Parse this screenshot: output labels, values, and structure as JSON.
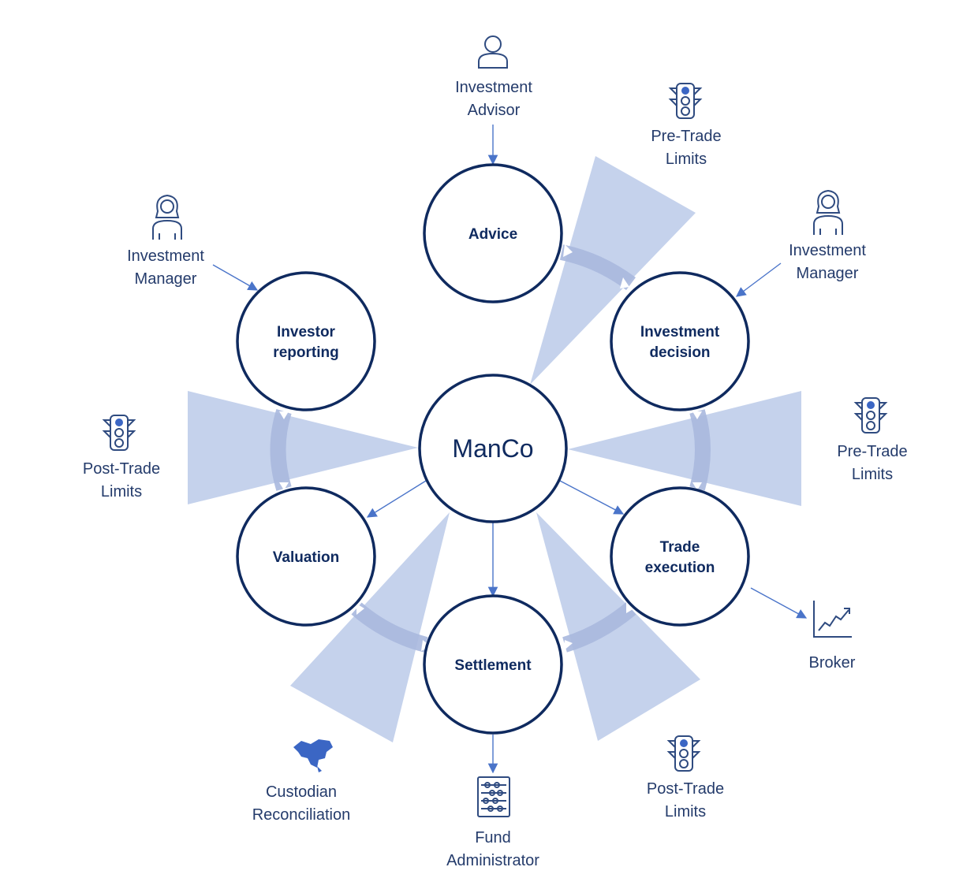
{
  "hub": {
    "label": "ManCo"
  },
  "processes": {
    "advice": [
      "Advice"
    ],
    "investment_decision": [
      "Investment",
      "decision"
    ],
    "trade_execution": [
      "Trade",
      "execution"
    ],
    "settlement": [
      "Settlement"
    ],
    "valuation": [
      "Valuation"
    ],
    "investor_reporting": [
      "Investor",
      "reporting"
    ]
  },
  "actors": {
    "investment_advisor": [
      "Investment",
      "Advisor"
    ],
    "pretrade_top": [
      "Pre-Trade",
      "Limits"
    ],
    "investment_manager_right": [
      "Investment",
      "Manager"
    ],
    "pretrade_right": [
      "Pre-Trade",
      "Limits"
    ],
    "broker": [
      "Broker"
    ],
    "posttrade_bottom": [
      "Post-Trade",
      "Limits"
    ],
    "fund_administrator": [
      "Fund",
      "Administrator"
    ],
    "custodian_reconciliation": [
      "Custodian",
      "Reconciliation"
    ],
    "posttrade_left": [
      "Post-Trade",
      "Limits"
    ],
    "investment_manager_left": [
      "Investment",
      "Manager"
    ]
  },
  "icons": {
    "investment_advisor": "person-icon",
    "investment_manager": "woman-person-icon",
    "limits": "traffic-light-icon",
    "broker": "line-chart-icon",
    "fund_administrator": "abacus-icon",
    "custodian_reconciliation": "map-icon"
  },
  "colors": {
    "node_stroke": "#0f2a5f",
    "beam": "#c5d2ec",
    "flow_band": "#a9b8de",
    "connector": "#4a74c9",
    "icon_accent": "#3b66c4"
  }
}
